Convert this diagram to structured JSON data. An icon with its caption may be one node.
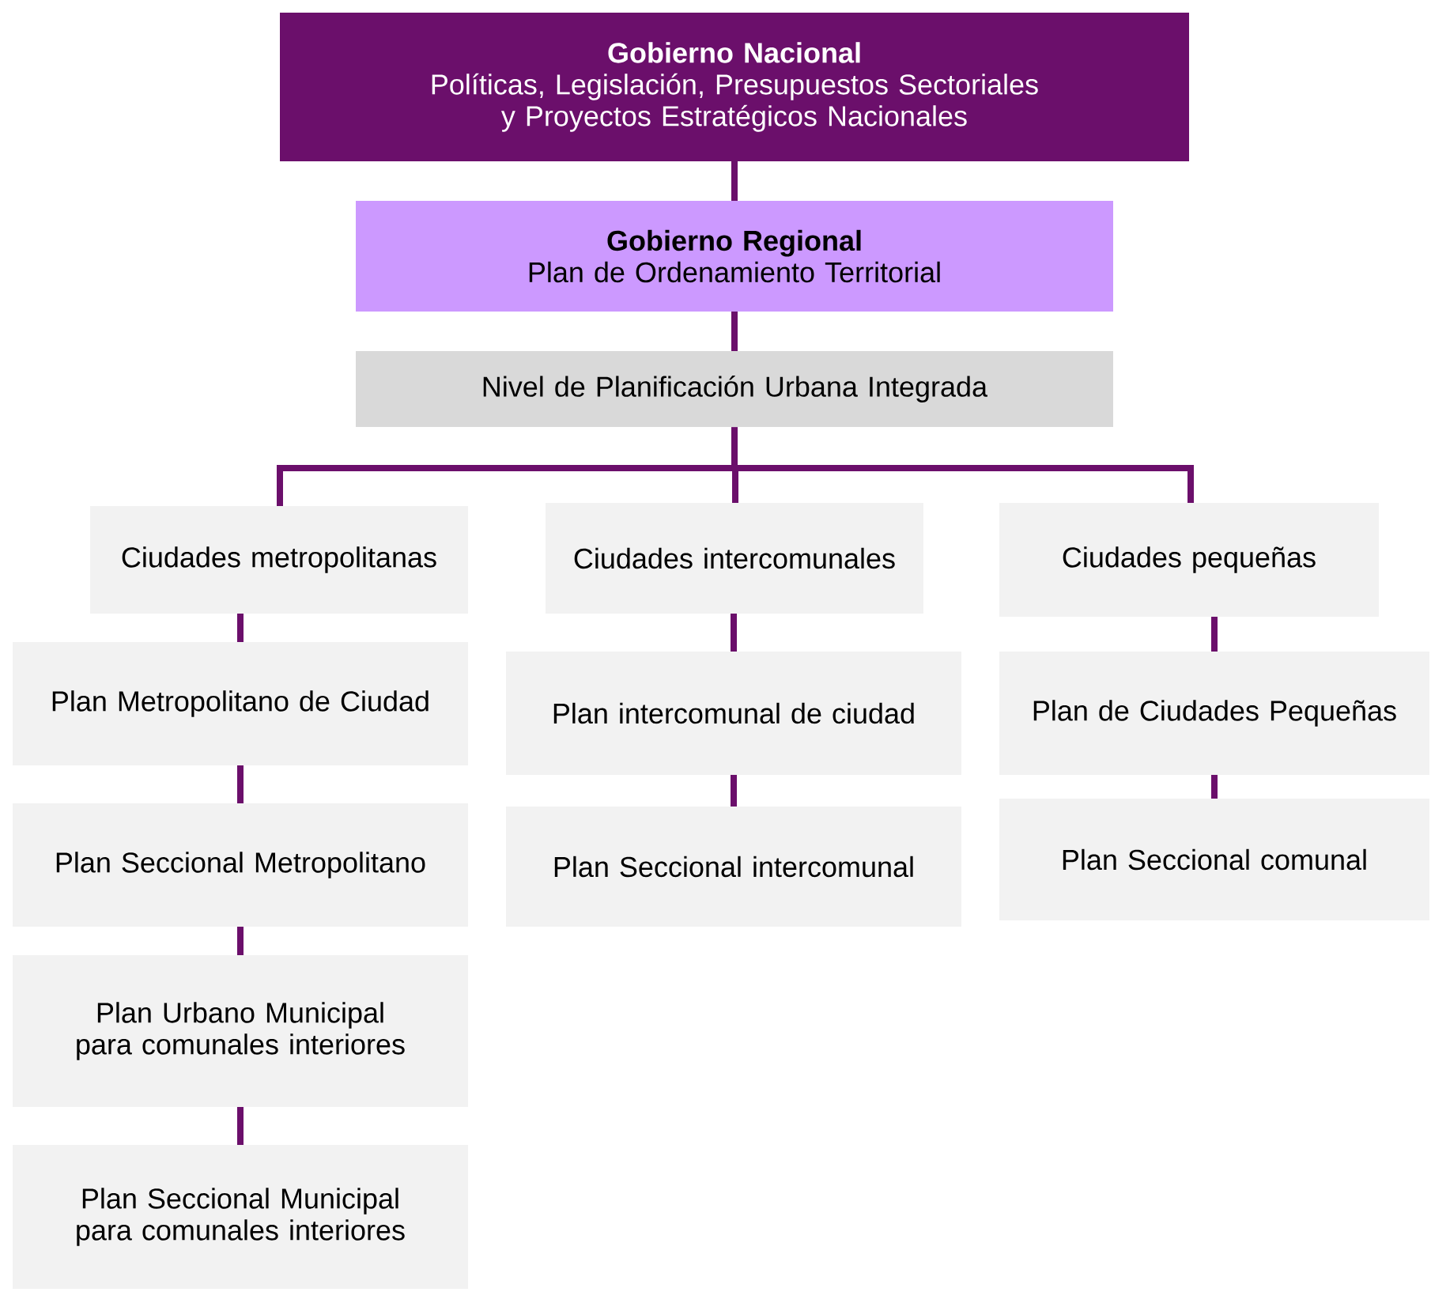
{
  "diagram": {
    "nodes": [
      {
        "text": [
          "Gobierno Nacional",
          "Políticas, Legislación, Presupuestos Sectoriales y Proyectos Estratégicos Nacionales"
        ]
      },
      {
        "text": [
          "Gobierno Regional",
          "Plan de Ordenamiento Territorial"
        ]
      },
      {
        "text": [
          "Nivel de Planificación Urbana Integrada"
        ]
      },
      {
        "text": [
          "Ciudades metropolitanas"
        ]
      },
      {
        "text": [
          "Ciudades intercomunales"
        ]
      },
      {
        "text": [
          "Ciudades pequeñas"
        ]
      },
      {
        "text": [
          "Plan Metropolitano de Ciudad"
        ]
      },
      {
        "text": [
          "Plan Seccional Metropolitano"
        ]
      },
      {
        "text": [
          "Plan Urbano Municipal para comunales interiores"
        ]
      },
      {
        "text": [
          "Plan Seccional Municipal para comunales interiores"
        ]
      },
      {
        "text": [
          "Plan intercomunal de ciudad"
        ]
      },
      {
        "text": [
          "Plan Seccional intercomunal"
        ]
      },
      {
        "text": [
          "Plan de Ciudades Pequeñas"
        ]
      },
      {
        "text": [
          "Plan Seccional comunal"
        ]
      }
    ],
    "edges": [
      {
        "from": 0,
        "to": 1,
        "arrow": "none"
      },
      {
        "from": 1,
        "to": 2,
        "arrow": "none"
      },
      {
        "from": 2,
        "to": 3,
        "arrow": "none"
      },
      {
        "from": 2,
        "to": 4,
        "arrow": "none"
      },
      {
        "from": 2,
        "to": 5,
        "arrow": "none"
      },
      {
        "from": 3,
        "to": 6,
        "arrow": "none"
      },
      {
        "from": 6,
        "to": 7,
        "arrow": "none"
      },
      {
        "from": 7,
        "to": 8,
        "arrow": "none"
      },
      {
        "from": 8,
        "to": 9,
        "arrow": "none"
      },
      {
        "from": 4,
        "to": 10,
        "arrow": "none"
      },
      {
        "from": 10,
        "to": 11,
        "arrow": "none"
      },
      {
        "from": 5,
        "to": 12,
        "arrow": "none"
      },
      {
        "from": 12,
        "to": 13,
        "arrow": "none"
      }
    ]
  }
}
